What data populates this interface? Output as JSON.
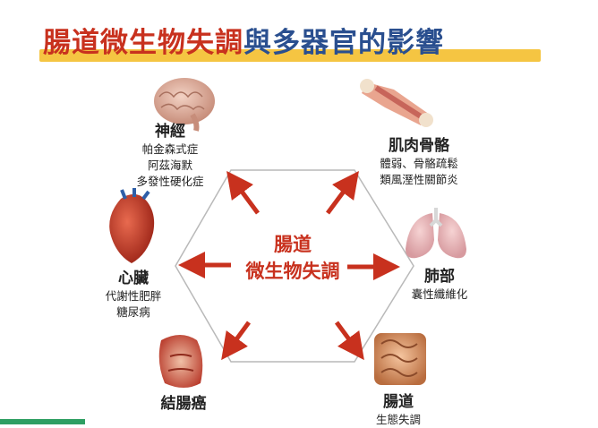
{
  "title": {
    "part1": "腸道微生物失調",
    "part2": "與多器官的影響"
  },
  "center": {
    "line1": "腸道",
    "line2": "微生物失調"
  },
  "organs": {
    "brain": {
      "name": "神經",
      "items": [
        "帕金森式症",
        "阿茲海默",
        "多發性硬化症"
      ]
    },
    "bone": {
      "name": "肌肉骨骼",
      "items": [
        "體弱、骨骼疏鬆",
        "類風溼性關節炎"
      ]
    },
    "heart": {
      "name": "心臟",
      "items": [
        "代謝性肥胖",
        "糖尿病"
      ]
    },
    "lung": {
      "name": "肺部",
      "items": [
        "囊性纖維化"
      ]
    },
    "colon": {
      "name": "結腸癌",
      "items": []
    },
    "gut": {
      "name": "腸道",
      "items": [
        "生態失調"
      ]
    }
  },
  "colors": {
    "accent": "#c8311e",
    "title_blue": "#2a4f8f",
    "title_bar": "#f5c542",
    "arrow": "#c8311e"
  },
  "icons": [
    "brain-icon",
    "muscle-bone-icon",
    "heart-icon",
    "lung-icon",
    "colon-icon",
    "intestine-icon"
  ]
}
